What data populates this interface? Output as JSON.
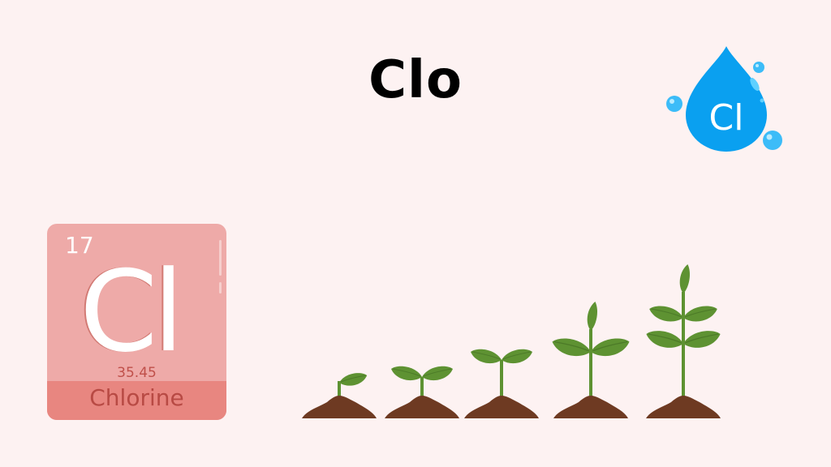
{
  "title": "Clo",
  "element_card": {
    "atomic_number": "17",
    "symbol": "Cl",
    "atomic_mass": "35.45",
    "name": "Chlorine",
    "colors": {
      "card": "#eeaaa8",
      "band": "#e88680",
      "text_accent": "#b84a44"
    }
  },
  "water_drop_icon": {
    "label": "Cl",
    "color": "#0aa0f0",
    "bubble_color": "#3cbcf8"
  },
  "plant_growth_stages": {
    "count": 5,
    "leaf_color": "#5e9232",
    "soil_color": "#6e3a22"
  },
  "background": "#fdf2f2"
}
